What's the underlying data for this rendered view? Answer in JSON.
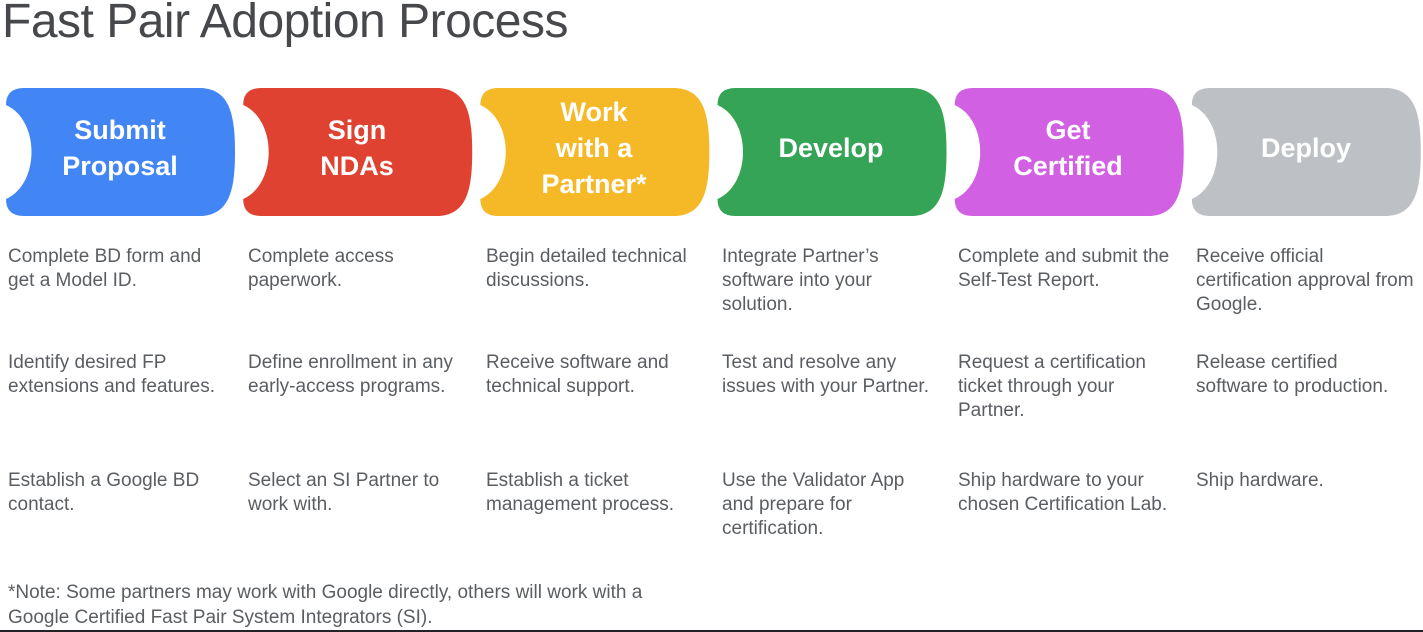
{
  "title": "Fast Pair Adoption Process",
  "note": "*Note: Some partners may work with Google directly, others will work with a\nGoogle Certified Fast Pair System Integrators (SI).",
  "colors": {
    "title_text": "#46484B",
    "body_text": "#5A5E62",
    "label_text": "#FFFFFF",
    "background": "#FFFFFF",
    "bottom_edge": "#222326"
  },
  "stages": [
    {
      "label": "Submit\nProposal",
      "color": "#4285F4",
      "steps": [
        "Complete BD form and get a Model ID.",
        "Identify desired FP extensions and features.",
        "Establish a Google BD contact."
      ]
    },
    {
      "label": "Sign\nNDAs",
      "color": "#E04231",
      "steps": [
        "Complete access paperwork.",
        "Define enrollment in any early-access programs.",
        "Select an SI Partner to work with."
      ]
    },
    {
      "label": "Work\nwith a\nPartner*",
      "color": "#F5B927",
      "steps": [
        "Begin detailed technical discussions.",
        "Receive software and technical support.",
        "Establish a ticket management process."
      ]
    },
    {
      "label": "Develop",
      "color": "#35A456",
      "steps": [
        "Integrate Partner’s software into your solution.",
        "Test and resolve any issues with your Partner.",
        "Use the Validator App and prepare for certification."
      ]
    },
    {
      "label": "Get\nCertified",
      "color": "#D160E3",
      "steps": [
        "Complete and submit the Self-Test Report.",
        "Request a certification ticket through your Partner.",
        "Ship hardware to your chosen Certification Lab."
      ]
    },
    {
      "label": "Deploy",
      "color": "#BDC1C6",
      "steps": [
        "Receive official certification approval from Google.",
        "Release certified software to production.",
        "Ship hardware."
      ]
    }
  ]
}
